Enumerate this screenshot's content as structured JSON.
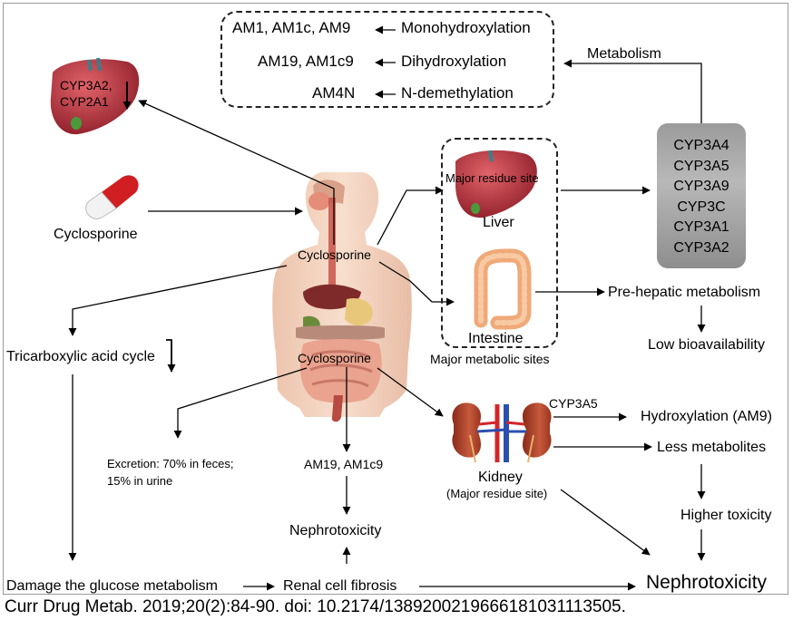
{
  "metabolites": {
    "row1": {
      "products": "AM1, AM1c, AM9",
      "reaction": "Monohydroxylation"
    },
    "row2": {
      "products": "AM19, AM1c9",
      "reaction": "Dihydroxylation"
    },
    "row3": {
      "products": "AM4N",
      "reaction": "N-demethylation"
    }
  },
  "metabolism_label": "Metabolism",
  "top_liver": {
    "line1": "CYP3A2,",
    "line2": "CYP2A1"
  },
  "drug_label": "Cyclosporine",
  "body": {
    "upper": "Cyclosporine",
    "lower": "Cyclosporine"
  },
  "organs": {
    "liver_site": "Major residue site",
    "liver": "Liver",
    "intestine": "Intestine",
    "box_caption": "Major metabolic sites"
  },
  "cyp_enzymes": [
    "CYP3A4",
    "CYP3A5",
    "CYP3A9",
    "CYP3C",
    "CYP3A1",
    "CYP3A2"
  ],
  "prehepatic": "Pre-hepatic metabolism",
  "low_bio": "Low bioavailability",
  "tca": "Tricarboxylic acid cycle",
  "excretion": {
    "line1": "Excretion: 70% in feces;",
    "line2": "15% in urine"
  },
  "am19": "AM19, AM1c9",
  "nephro_mid": "Nephrotoxicity",
  "kidney": {
    "name": "Kidney",
    "note": "(Major residue site)"
  },
  "cyp3a5": "CYP3A5",
  "hydroxylation": "Hydroxylation (AM9)",
  "less_metabolites": "Less metabolites",
  "higher_toxicity": "Higher toxicity",
  "damage": "Damage the glucose metabolism",
  "renal_fibrosis": "Renal cell fibrosis",
  "nephro_final": "Nephrotoxicity",
  "citation": "Curr Drug Metab. 2019;20(2):84-90. doi: 10.2174/1389200219666181031113505.",
  "colors": {
    "liver": "#b8323a",
    "intestine": "#f2b88a",
    "kidney": "#b5432b",
    "panel": "#a6a6a6",
    "skin": "#f2cdb4"
  }
}
